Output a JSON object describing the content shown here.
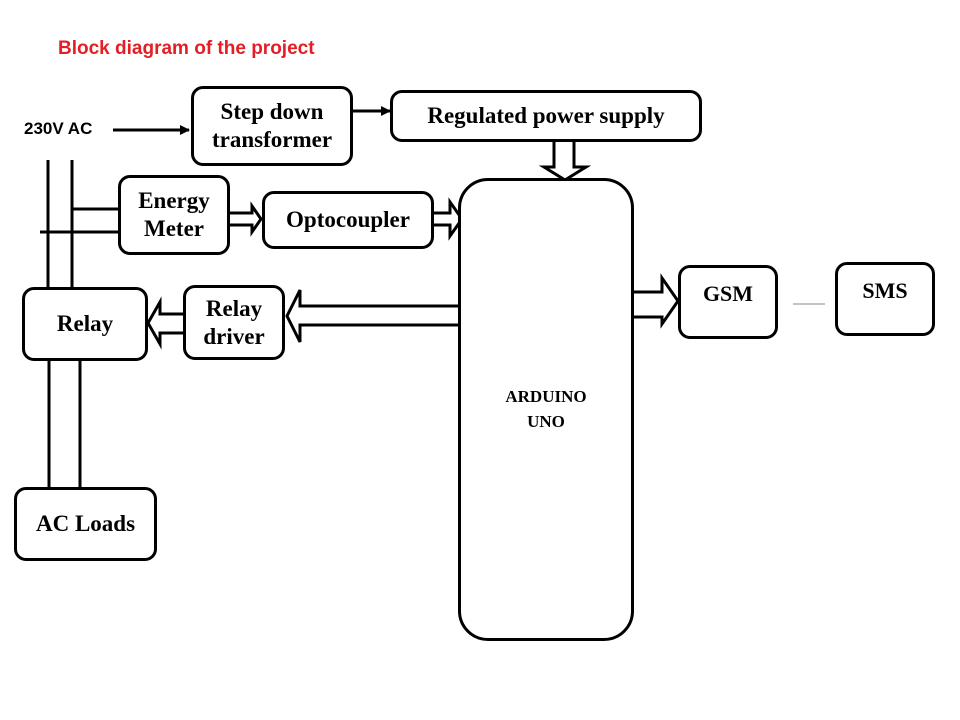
{
  "title": "Block diagram of the project",
  "source_label": "230V AC",
  "colors": {
    "title": "#e31e24",
    "stroke": "#000000"
  },
  "blocks": {
    "step_down": {
      "line1": "Step down",
      "line2": "transformer"
    },
    "regulated": {
      "label": "Regulated power supply"
    },
    "energy_meter": {
      "line1": "Energy",
      "line2": "Meter"
    },
    "optocoupler": {
      "label": "Optocoupler"
    },
    "arduino": {
      "line1": "ARDUINO",
      "line2": "UNO"
    },
    "relay": {
      "label": "Relay"
    },
    "relay_driver": {
      "line1": "Relay",
      "line2": "driver"
    },
    "gsm": {
      "label": "GSM"
    },
    "sms": {
      "label": "SMS"
    },
    "ac_loads": {
      "label": "AC Loads"
    }
  },
  "connections": [
    {
      "from": "230V AC",
      "to": "Step down transformer",
      "type": "single-arrow"
    },
    {
      "from": "Step down transformer",
      "to": "Regulated power supply",
      "type": "single-arrow"
    },
    {
      "from": "Regulated power supply",
      "to": "ARDUINO UNO",
      "type": "block-arrow"
    },
    {
      "from": "Energy Meter",
      "to": "Optocoupler",
      "type": "block-arrow"
    },
    {
      "from": "Optocoupler",
      "to": "ARDUINO UNO",
      "type": "block-arrow"
    },
    {
      "from": "ARDUINO UNO",
      "to": "Relay driver",
      "type": "block-arrow"
    },
    {
      "from": "Relay driver",
      "to": "Relay",
      "type": "block-arrow"
    },
    {
      "from": "ARDUINO UNO",
      "to": "GSM",
      "type": "block-arrow"
    },
    {
      "from": "GSM",
      "to": "SMS",
      "type": "line"
    },
    {
      "from": "Relay",
      "to": "AC Loads",
      "type": "wires"
    },
    {
      "from": "AC mains",
      "to": "Energy Meter",
      "type": "wires"
    }
  ]
}
